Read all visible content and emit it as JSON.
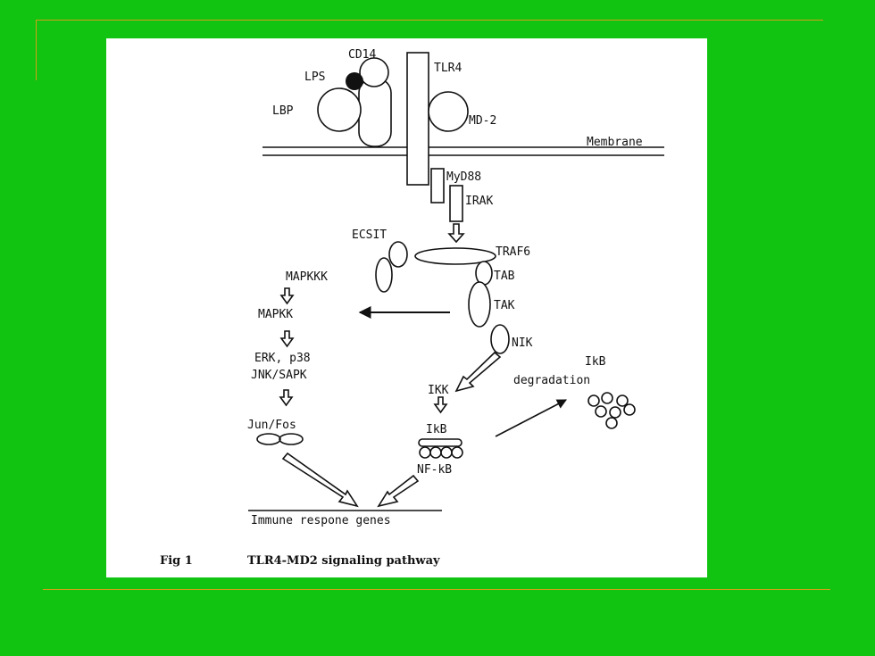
{
  "labels": {
    "cd14": "CD14",
    "lps": "LPS",
    "tlr4": "TLR4",
    "lbp": "LBP",
    "md2": "MD-2",
    "membrane": "Membrane",
    "myd88": "MyD88",
    "irak": "IRAK",
    "ecsit": "ECSIT",
    "traf6": "TRAF6",
    "mapkkk": "MAPKKK",
    "tab": "TAB",
    "mapkk": "MAPKK",
    "tak": "TAK",
    "nik": "NIK",
    "erk": "ERK, p38",
    "jnk": "JNK/SAPK",
    "ikb_deg_1": "IkB",
    "ikb_deg_2": "degradation",
    "ikk": "IKK",
    "jun": "Jun/Fos",
    "ikb": "IkB",
    "nfkb": "NF-kB",
    "genes": "Immune respone genes"
  },
  "caption": {
    "fig": "Fig 1",
    "title": "TLR4-MD2 signaling pathway"
  },
  "colors": {
    "background": "#11c411",
    "rule": "#d4a017",
    "panel": "#ffffff",
    "ink": "#111111"
  }
}
